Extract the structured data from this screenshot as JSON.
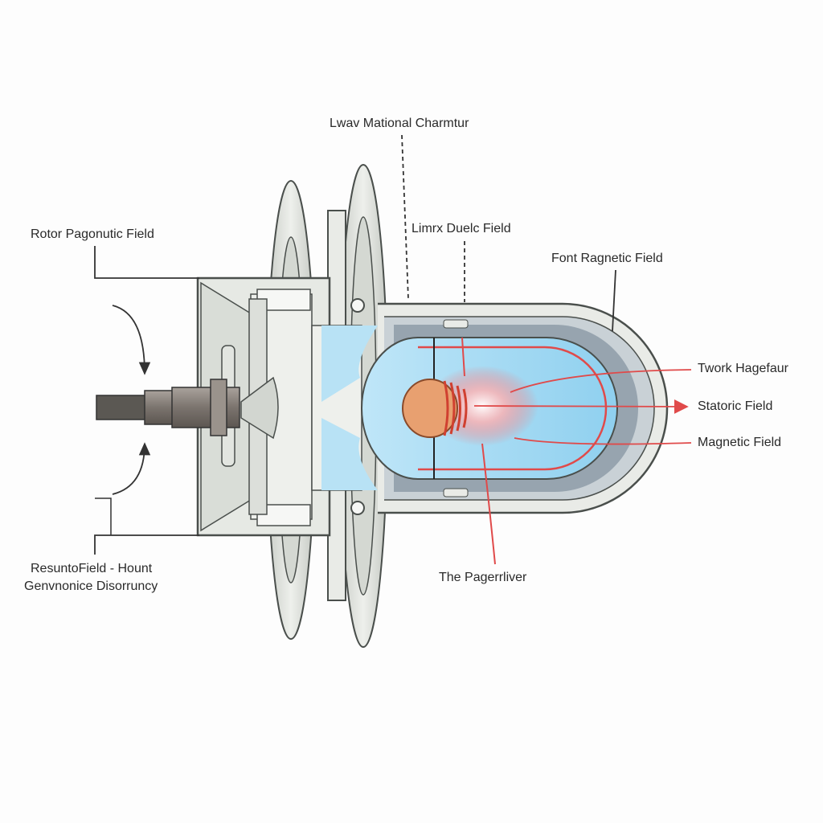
{
  "labels": {
    "top": "Lwav Mational Charmtur",
    "rotor": "Rotor Pagonutic Field",
    "linear": "Limrx Duelc Field",
    "font": "Font Ragnetic Field",
    "twork": "Twork Hagefaur",
    "static": "Statoric Field",
    "magnetic": "Magnetic Field",
    "resonant_line1": "ResuntoField - Hount",
    "resonant_line2": "Genvnonice Disorruncy",
    "pager": "The Pagerrliver"
  },
  "colors": {
    "housing_fill": "#e3e6e1",
    "housing_stroke": "#4a4f4c",
    "chamber_blue": "#9fd8f2",
    "field_red": "#e04a4a",
    "coil_orange": "#e8a070",
    "shaft_gray": "#8a8682"
  }
}
